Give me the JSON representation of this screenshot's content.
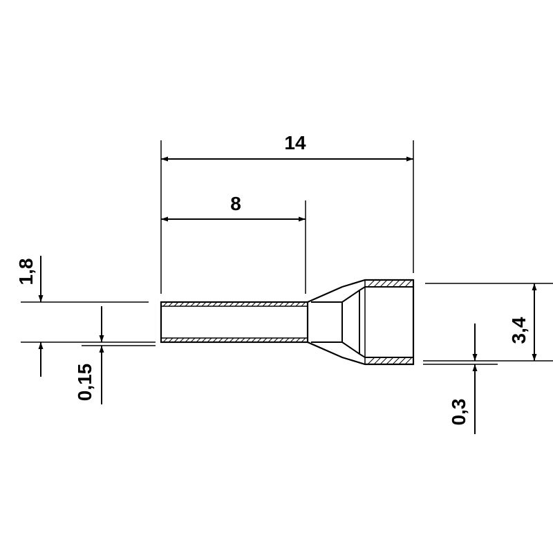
{
  "dimensions": {
    "overall_length": "14",
    "tube_length": "8",
    "tube_diameter": "1,8",
    "tube_wall": "0,15",
    "collar_diameter": "3,4",
    "collar_wall": "0,3"
  }
}
